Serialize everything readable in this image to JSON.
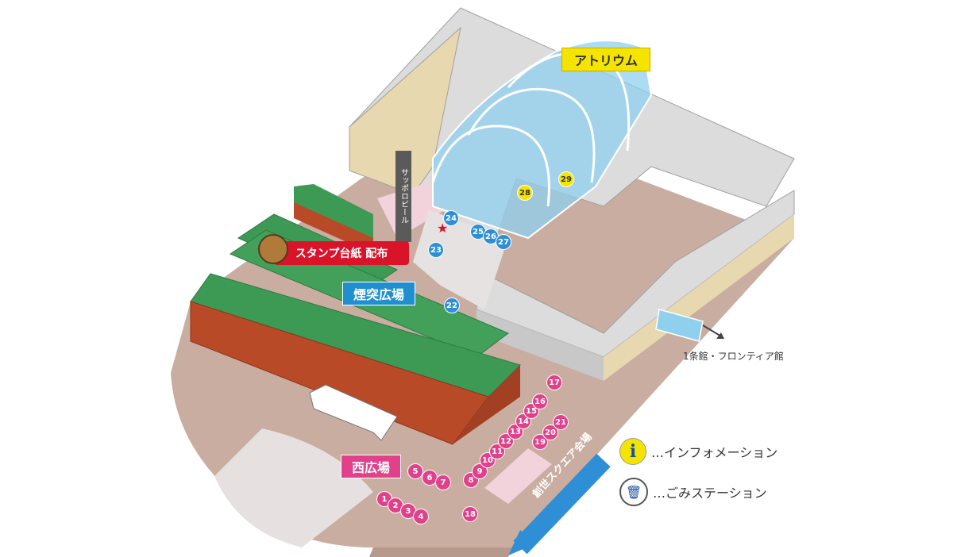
{
  "labels": {
    "atrium": "アトリウム",
    "chimney_square": "煙突広場",
    "west_square": "西広場",
    "stamp": "スタンプ台紙 配布",
    "chimney_text": "サッポロビール",
    "building1": "1条館・フロンティア館",
    "sosei": "創世スクエア会場",
    "info": "…インフォメーション",
    "trash": "…ごみステーション",
    "info_icon": "i"
  },
  "booths": [
    "1",
    "2",
    "3",
    "4",
    "5",
    "6",
    "7",
    "8",
    "9",
    "10",
    "11",
    "12",
    "13",
    "14",
    "15",
    "16",
    "17",
    "18",
    "19",
    "20",
    "21",
    "22",
    "23",
    "24",
    "25",
    "26",
    "27",
    "28",
    "29"
  ],
  "colors": {
    "atrium_tag": "#f5e400",
    "chimney_tag": "#1f8fd0",
    "west_tag": "#e0418a",
    "stamp_tag": "#d9132a",
    "booth_pink": "#e0418a",
    "booth_blue": "#2f8fd6",
    "booth_yellow": "#f5e400",
    "ground": "#c9ada0",
    "roof_green": "#3d9a55",
    "brick": "#b84a28"
  }
}
